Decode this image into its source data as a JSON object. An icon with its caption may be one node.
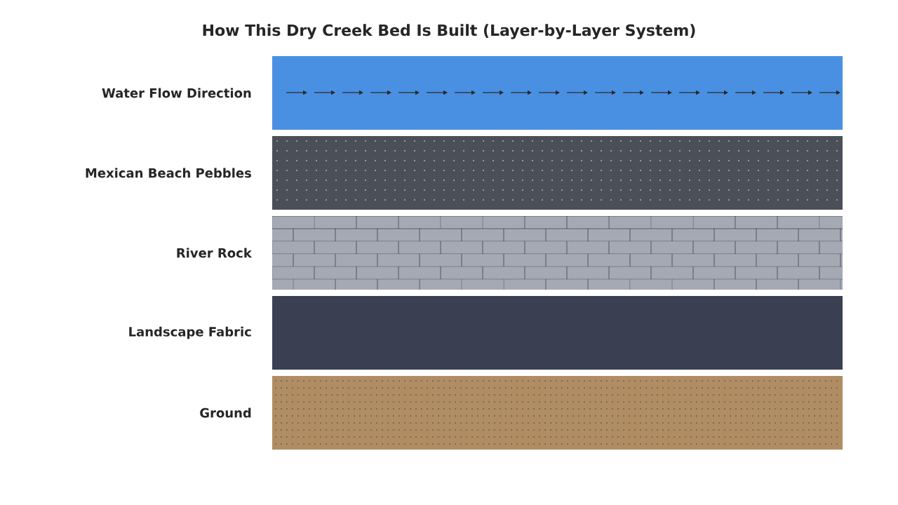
{
  "diagram": {
    "title": "How This Dry Creek Bed Is Built (Layer-by-Layer System)",
    "nodes": [
      {
        "text": [
          "Water Flow Direction"
        ]
      },
      {
        "text": [
          "Mexican Beach Pebbles"
        ]
      },
      {
        "text": [
          "River Rock"
        ]
      },
      {
        "text": [
          "Landscape Fabric"
        ]
      },
      {
        "text": [
          "Ground"
        ]
      }
    ]
  }
}
